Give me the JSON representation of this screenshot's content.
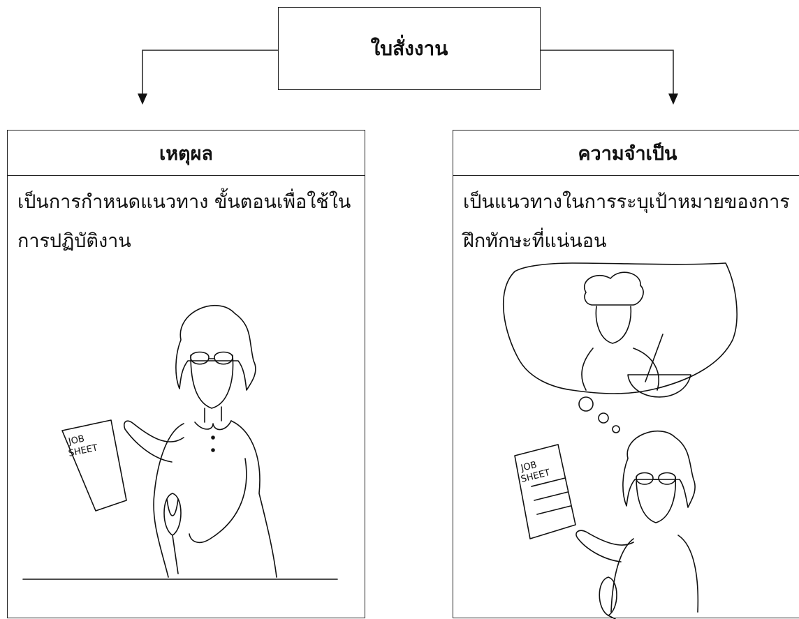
{
  "diagram": {
    "root": {
      "label": "ใบสั่งงาน"
    },
    "children": [
      {
        "heading": "เหตุผล",
        "lines": [
          "เป็นการกำหนดแนวทาง ขั้นตอนเพื่อใช้ใน",
          "การปฏิบัติงาน"
        ],
        "illustration": {
          "sheet_text": [
            "JOB",
            "SHEET"
          ]
        }
      },
      {
        "heading": "ความจำเป็น",
        "lines": [
          "เป็นแนวทางในการระบุเป้าหมายของการ",
          "ฝึกทักษะที่แน่นอน"
        ],
        "illustration": {
          "sheet_text": [
            "JOB",
            "SHEET"
          ]
        }
      }
    ]
  }
}
